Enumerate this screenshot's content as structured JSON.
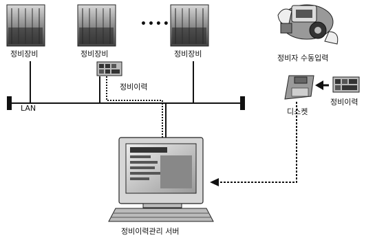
{
  "labels": {
    "equipment_1": "정비장비",
    "equipment_2": "정비장비",
    "equipment_3": "정비장비",
    "ellipsis": "••••",
    "maintenance_record_1": "정비이력",
    "lan": "LAN",
    "manual_input": "정비자 수동입력",
    "diskette": "디스켓",
    "maintenance_record_2": "정비이력",
    "server": "정비이력관리 서버"
  }
}
